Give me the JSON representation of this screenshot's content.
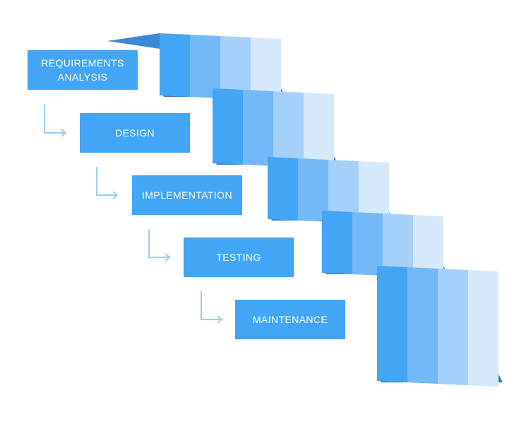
{
  "diagram": {
    "phases": [
      {
        "label": "REQUIREMENTS\nANALYSIS"
      },
      {
        "label": "DESIGN"
      },
      {
        "label": "IMPLEMENTATION"
      },
      {
        "label": "TESTING"
      },
      {
        "label": "MAINTENANCE"
      }
    ],
    "colors": {
      "box": "#42a5f5",
      "arrow": "#9fcdf3",
      "stair_tread": "#3479c5",
      "stair_shades": [
        "#42a5f5",
        "#74b9f7",
        "#a5d0f9",
        "#d6e9fb"
      ]
    },
    "icons": {
      "connector": "elbow-arrow-icon"
    }
  }
}
